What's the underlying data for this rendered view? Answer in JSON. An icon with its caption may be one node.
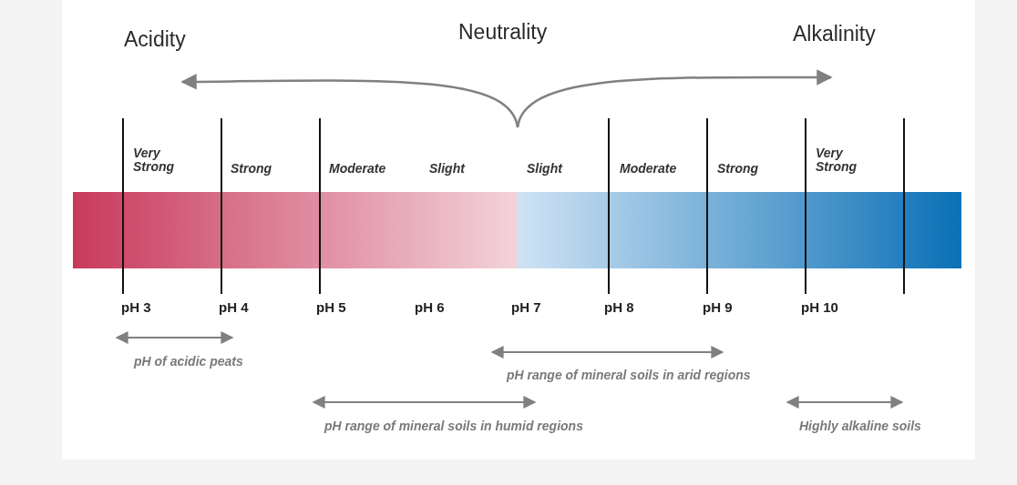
{
  "diagram": {
    "labels": [
      "Acidity",
      "Neutrality",
      "Alkalinity",
      "Very Strong",
      "Strong",
      "Moderate",
      "Slight",
      "Slight",
      "Moderate",
      "Strong",
      "Very Strong",
      "pH 3",
      "pH 4",
      "pH 5",
      "pH 6",
      "pH 7",
      "pH 8",
      "pH 9",
      "pH 10",
      "pH of acidic peats",
      "pH range of mineral soils in arid regions",
      "pH range of mineral soils in humid regions",
      "Highly alkaline soils"
    ]
  }
}
